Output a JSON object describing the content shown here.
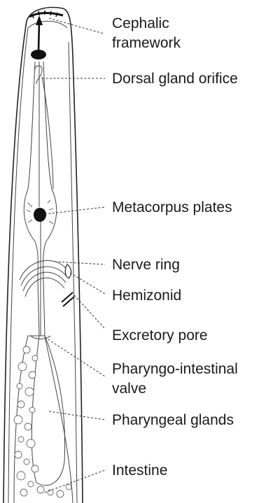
{
  "labels": {
    "cephalic_framework": [
      "Cephalic",
      "framework"
    ],
    "dorsal_gland_orifice": "Dorsal gland orifice",
    "metacorpus_plates": "Metacorpus plates",
    "nerve_ring": "Nerve ring",
    "hemizonid": "Hemizonid",
    "excretory_pore": "Excretory pore",
    "pharyngo_intestinal_valve": [
      "Pharyngo-intestinal",
      "valve"
    ],
    "pharyngeal_glands": "Pharyngeal glands",
    "intestine": "Intestine"
  }
}
